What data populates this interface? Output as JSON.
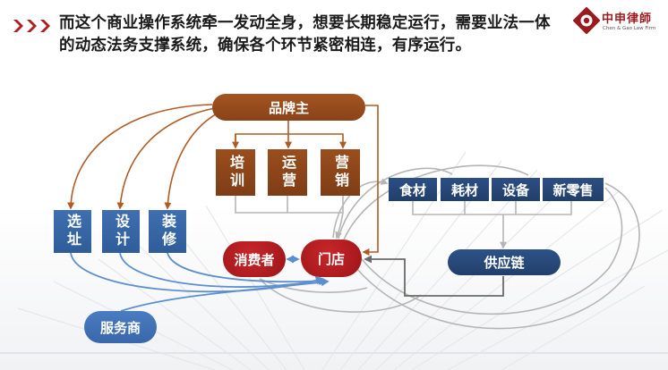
{
  "headline": "而这个商业操作系统牵一发动全身，想要长期稳定运行，需要业法一体的动态法务支撑系统，确保各个环节紧密相连，有序运行。",
  "logo": {
    "name_cn": "中申律師",
    "name_en": "Chen & Gao Law Firm"
  },
  "nodes": {
    "brand_owner": "品牌主",
    "training": "培训",
    "operation": "运营",
    "marketing": "营销",
    "site_selection": "选址",
    "design": "设计",
    "decoration": "装修",
    "food": "食材",
    "consumables": "耗材",
    "equipment": "设备",
    "new_retail": "新零售",
    "supply_chain": "供应链",
    "consumer": "消费者",
    "store": "门店",
    "service_provider": "服务商"
  },
  "colors": {
    "brand_brown": "#8f4719",
    "light_blue": "#3a6aac",
    "navy": "#223f6c",
    "red": "#b01c20",
    "gray_line": "#b5b5b5",
    "dark_gray_line": "#6a6a6a"
  }
}
